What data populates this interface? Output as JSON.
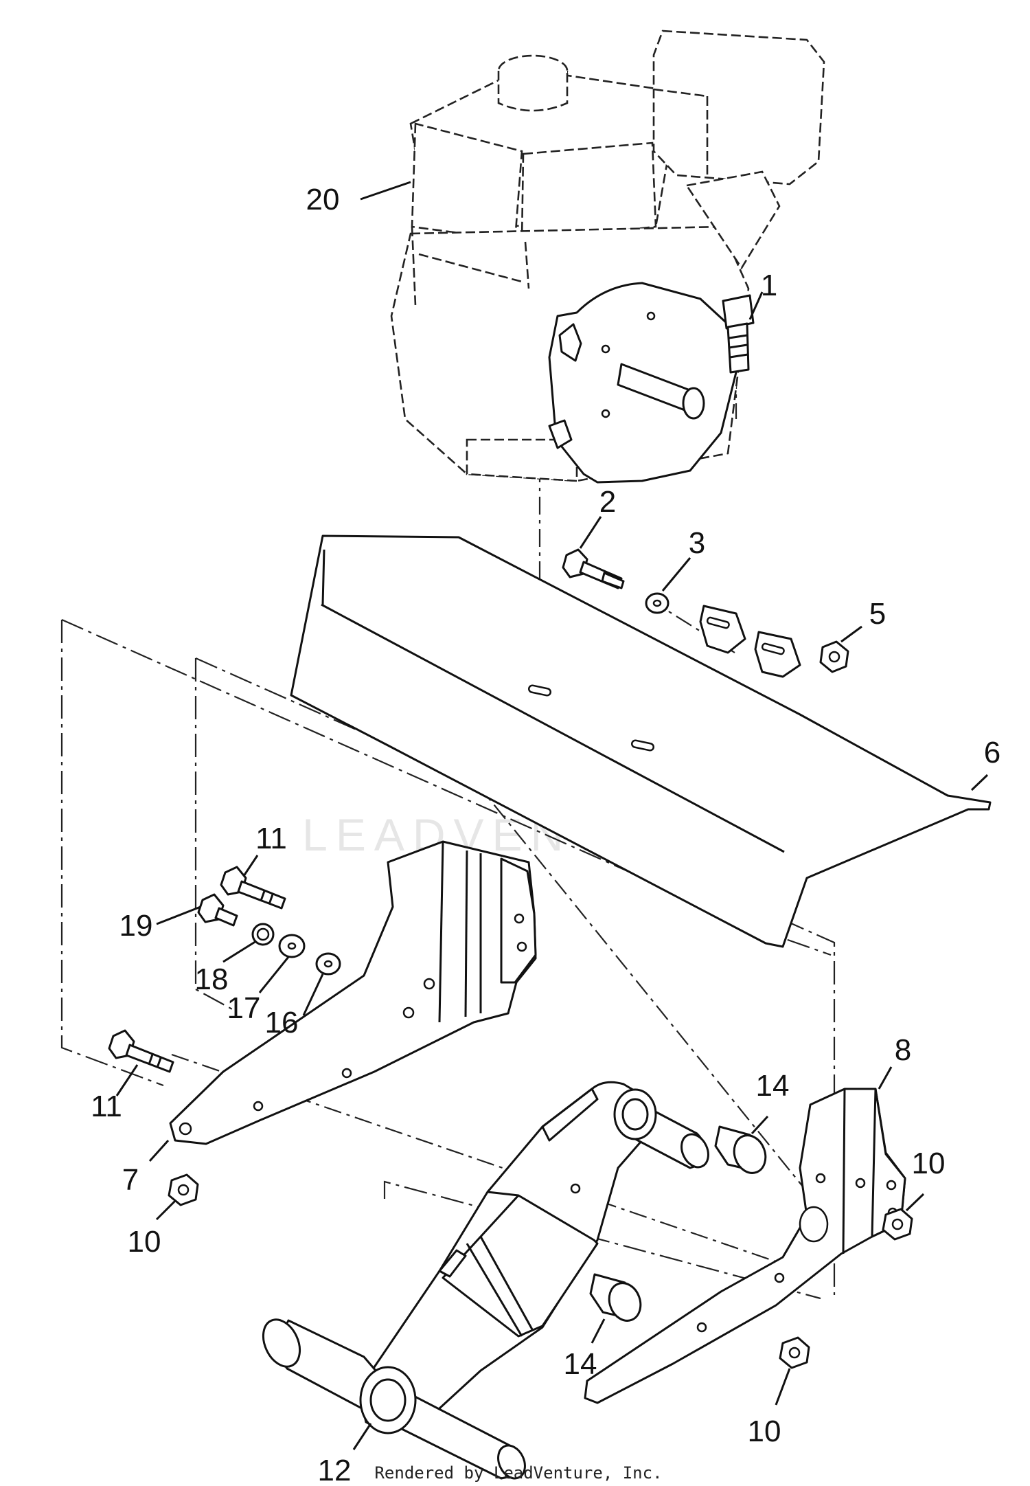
{
  "figure": {
    "watermark_text": "LEADVENTURE",
    "credit": "Rendered by LeadVenture, Inc."
  },
  "callouts": [
    {
      "id": "engine",
      "label": "20"
    },
    {
      "id": "engine-bolt",
      "label": "1"
    },
    {
      "id": "shield-bolt",
      "label": "2"
    },
    {
      "id": "shield-washer",
      "label": "3"
    },
    {
      "id": "shield-nut",
      "label": "5"
    },
    {
      "id": "tine-shield",
      "label": "6"
    },
    {
      "id": "upper-bolt",
      "label": "11"
    },
    {
      "id": "short-bolt",
      "label": "19"
    },
    {
      "id": "lock-washer",
      "label": "18"
    },
    {
      "id": "flat-washer-a",
      "label": "17"
    },
    {
      "id": "flat-washer-b",
      "label": "16"
    },
    {
      "id": "lower-bolt",
      "label": "11"
    },
    {
      "id": "left-bracket",
      "label": "7"
    },
    {
      "id": "left-nut",
      "label": "10"
    },
    {
      "id": "right-bracket",
      "label": "8"
    },
    {
      "id": "spacer-upper",
      "label": "14"
    },
    {
      "id": "spacer-lower",
      "label": "14"
    },
    {
      "id": "right-nut-upper",
      "label": "10"
    },
    {
      "id": "right-nut-lower",
      "label": "10"
    },
    {
      "id": "chain-case",
      "label": "12"
    }
  ]
}
